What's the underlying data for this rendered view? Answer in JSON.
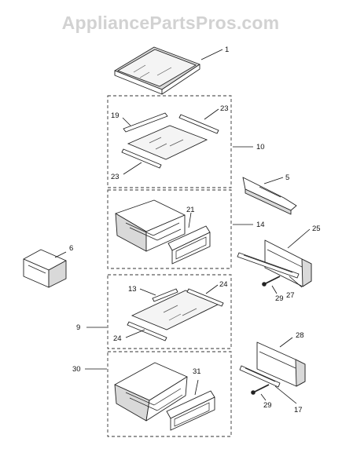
{
  "watermark": "AppliancePartsPros.com",
  "callouts": {
    "c1": "1",
    "c19": "19",
    "c23a": "23",
    "c10": "10",
    "c23b": "23",
    "c5": "5",
    "c21": "21",
    "c14": "14",
    "c25": "25",
    "c6": "6",
    "c29a": "29",
    "c27": "27",
    "c13": "13",
    "c24a": "24",
    "c9": "9",
    "c24b": "24",
    "c28": "28",
    "c30": "30",
    "c31": "31",
    "c29b": "29",
    "c17": "17"
  },
  "colors": {
    "background": "#ffffff",
    "line": "#222222",
    "watermark": "#d2d2d2"
  }
}
